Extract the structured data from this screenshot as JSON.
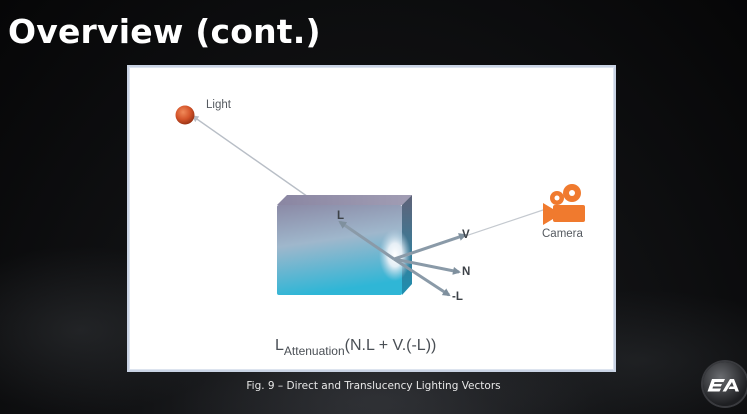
{
  "slide": {
    "title": "Overview (cont.)",
    "caption": "Fig. 9 – Direct and Translucency Lighting Vectors"
  },
  "diagram": {
    "labels": {
      "light": "Light",
      "camera": "Camera",
      "l_vector": "L",
      "v_vector": "V",
      "n_vector": "N",
      "neg_l_vector": "-L"
    },
    "formula": {
      "prefix": "L",
      "subscript": "Attenuation",
      "expression": "(N.L + V.(-L))"
    },
    "icons": {
      "light": "light-source-sphere-icon",
      "camera": "movie-camera-icon",
      "logo": "ea-logo-icon"
    },
    "colors": {
      "light_sphere": "#d4542a",
      "camera": "#f07a2e",
      "vector": "#8a9aa8",
      "ray": "#b8bec6",
      "cube_top": "#7f86a3",
      "cube_bottom": "#2fb8d6"
    }
  }
}
